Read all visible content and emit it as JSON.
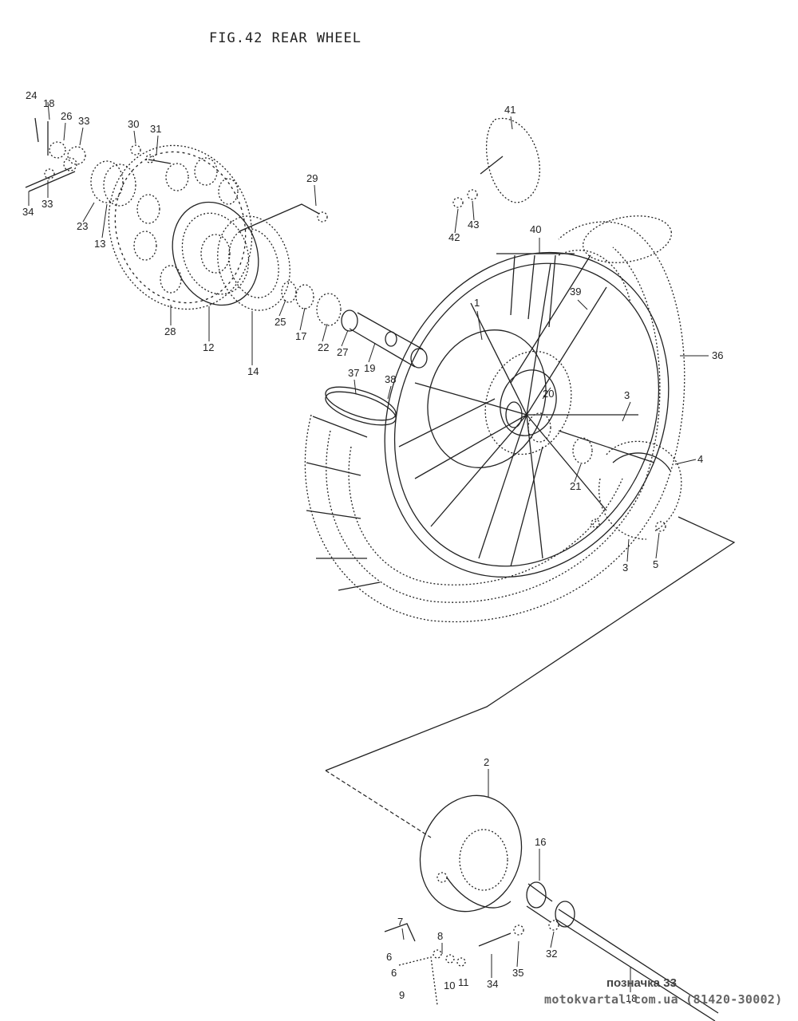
{
  "figure": {
    "title": "FIG.42  REAR WHEEL"
  },
  "callouts": {
    "c1": "1",
    "c2": "2",
    "c3": "3",
    "c3b": "3",
    "c4": "4",
    "c5": "5",
    "c6": "6",
    "c6b": "6",
    "c7": "7",
    "c8": "8",
    "c9": "9",
    "c10": "10",
    "c11": "11",
    "c12": "12",
    "c13": "13",
    "c14": "14",
    "c16": "16",
    "c17": "17",
    "c18a": "18",
    "c18b": "18",
    "c19": "19",
    "c20": "20",
    "c21": "21",
    "c22": "22",
    "c23": "23",
    "c24": "24",
    "c25": "25",
    "c26": "26",
    "c27": "27",
    "c28": "28",
    "c29": "29",
    "c30": "30",
    "c31a": "31",
    "c32": "32",
    "c33a": "33",
    "c33b": "33",
    "c34a": "34",
    "c34b": "34",
    "c35": "35",
    "c36": "36",
    "c37": "37",
    "c38": "38",
    "c39": "39",
    "c40": "40",
    "c41": "41",
    "c42": "42",
    "c43": "43"
  },
  "footer": {
    "mark": "позначка 33",
    "source": "motokvartal.com.ua (81420-30002)"
  }
}
